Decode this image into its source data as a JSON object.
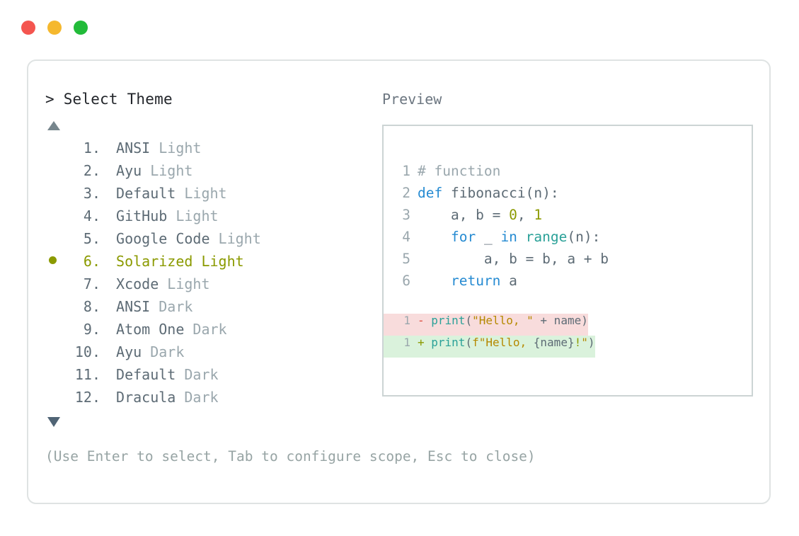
{
  "window": {
    "traffic_lights": [
      {
        "name": "close",
        "color": "#f4554f"
      },
      {
        "name": "minimize",
        "color": "#f5b82e"
      },
      {
        "name": "maximize",
        "color": "#22bb39"
      }
    ]
  },
  "selector": {
    "prompt_symbol": "> ",
    "title": "Select Theme",
    "scroll_up_icon": "triangle-up",
    "scroll_down_icon": "triangle-down",
    "selected_index": 6,
    "selected_color": "#8b9a00",
    "items": [
      {
        "num": " 1.",
        "name": "ANSI",
        "variant": "Light",
        "selected": false
      },
      {
        "num": " 2.",
        "name": "Ayu",
        "variant": "Light",
        "selected": false
      },
      {
        "num": " 3.",
        "name": "Default",
        "variant": "Light",
        "selected": false
      },
      {
        "num": " 4.",
        "name": "GitHub",
        "variant": "Light",
        "selected": false
      },
      {
        "num": " 5.",
        "name": "Google Code",
        "variant": "Light",
        "selected": false
      },
      {
        "num": " 6.",
        "name": "Solarized",
        "variant": "Light",
        "selected": true
      },
      {
        "num": " 7.",
        "name": "Xcode",
        "variant": "Light",
        "selected": false
      },
      {
        "num": " 8.",
        "name": "ANSI",
        "variant": "Dark",
        "selected": false
      },
      {
        "num": " 9.",
        "name": "Atom One",
        "variant": "Dark",
        "selected": false
      },
      {
        "num": "10.",
        "name": "Ayu",
        "variant": "Dark",
        "selected": false
      },
      {
        "num": "11.",
        "name": "Default",
        "variant": "Dark",
        "selected": false
      },
      {
        "num": "12.",
        "name": "Dracula",
        "variant": "Dark",
        "selected": false
      }
    ]
  },
  "preview": {
    "label": "Preview",
    "code_lines": [
      {
        "n": "1",
        "tokens": [
          {
            "t": "# function",
            "c": "t-comment"
          }
        ]
      },
      {
        "n": "2",
        "tokens": [
          {
            "t": "def ",
            "c": "t-kw"
          },
          {
            "t": "fibonacci",
            "c": "t-fn"
          },
          {
            "t": "(n):",
            "c": "t-punct"
          }
        ]
      },
      {
        "n": "3",
        "tokens": [
          {
            "t": "    a, b = ",
            "c": "t-plain"
          },
          {
            "t": "0",
            "c": "t-num"
          },
          {
            "t": ", ",
            "c": "t-plain"
          },
          {
            "t": "1",
            "c": "t-num"
          }
        ]
      },
      {
        "n": "4",
        "tokens": [
          {
            "t": "    ",
            "c": "t-plain"
          },
          {
            "t": "for",
            "c": "t-kw"
          },
          {
            "t": " _ ",
            "c": "t-plain"
          },
          {
            "t": "in",
            "c": "t-kw"
          },
          {
            "t": " ",
            "c": "t-plain"
          },
          {
            "t": "range",
            "c": "t-builtin"
          },
          {
            "t": "(n):",
            "c": "t-punct"
          }
        ]
      },
      {
        "n": "5",
        "tokens": [
          {
            "t": "        a, b = b, a + b",
            "c": "t-plain"
          }
        ]
      },
      {
        "n": "6",
        "tokens": [
          {
            "t": "    ",
            "c": "t-plain"
          },
          {
            "t": "return",
            "c": "t-kw"
          },
          {
            "t": " a",
            "c": "t-plain"
          }
        ]
      }
    ],
    "diff_lines": [
      {
        "n": "1",
        "marker": "-",
        "marker_class": "m-del",
        "row_class": "diff-del",
        "tokens": [
          {
            "t": "print",
            "c": "t-builtin"
          },
          {
            "t": "(",
            "c": "t-punct"
          },
          {
            "t": "\"Hello, \"",
            "c": "t-str"
          },
          {
            "t": " + name",
            "c": "t-plain"
          },
          {
            "t": ")",
            "c": "t-punct"
          }
        ]
      },
      {
        "n": "1",
        "marker": "+",
        "marker_class": "m-add",
        "row_class": "diff-add",
        "tokens": [
          {
            "t": "print",
            "c": "t-builtin"
          },
          {
            "t": "(",
            "c": "t-punct"
          },
          {
            "t": "f\"Hello, ",
            "c": "t-str"
          },
          {
            "t": "{name}",
            "c": "t-plain"
          },
          {
            "t": "!",
            "c": "t-num"
          },
          {
            "t": "\"",
            "c": "t-str"
          },
          {
            "t": ")",
            "c": "t-punct"
          }
        ]
      }
    ]
  },
  "footer": {
    "hint": "(Use Enter to select, Tab to configure scope, Esc to close)"
  }
}
